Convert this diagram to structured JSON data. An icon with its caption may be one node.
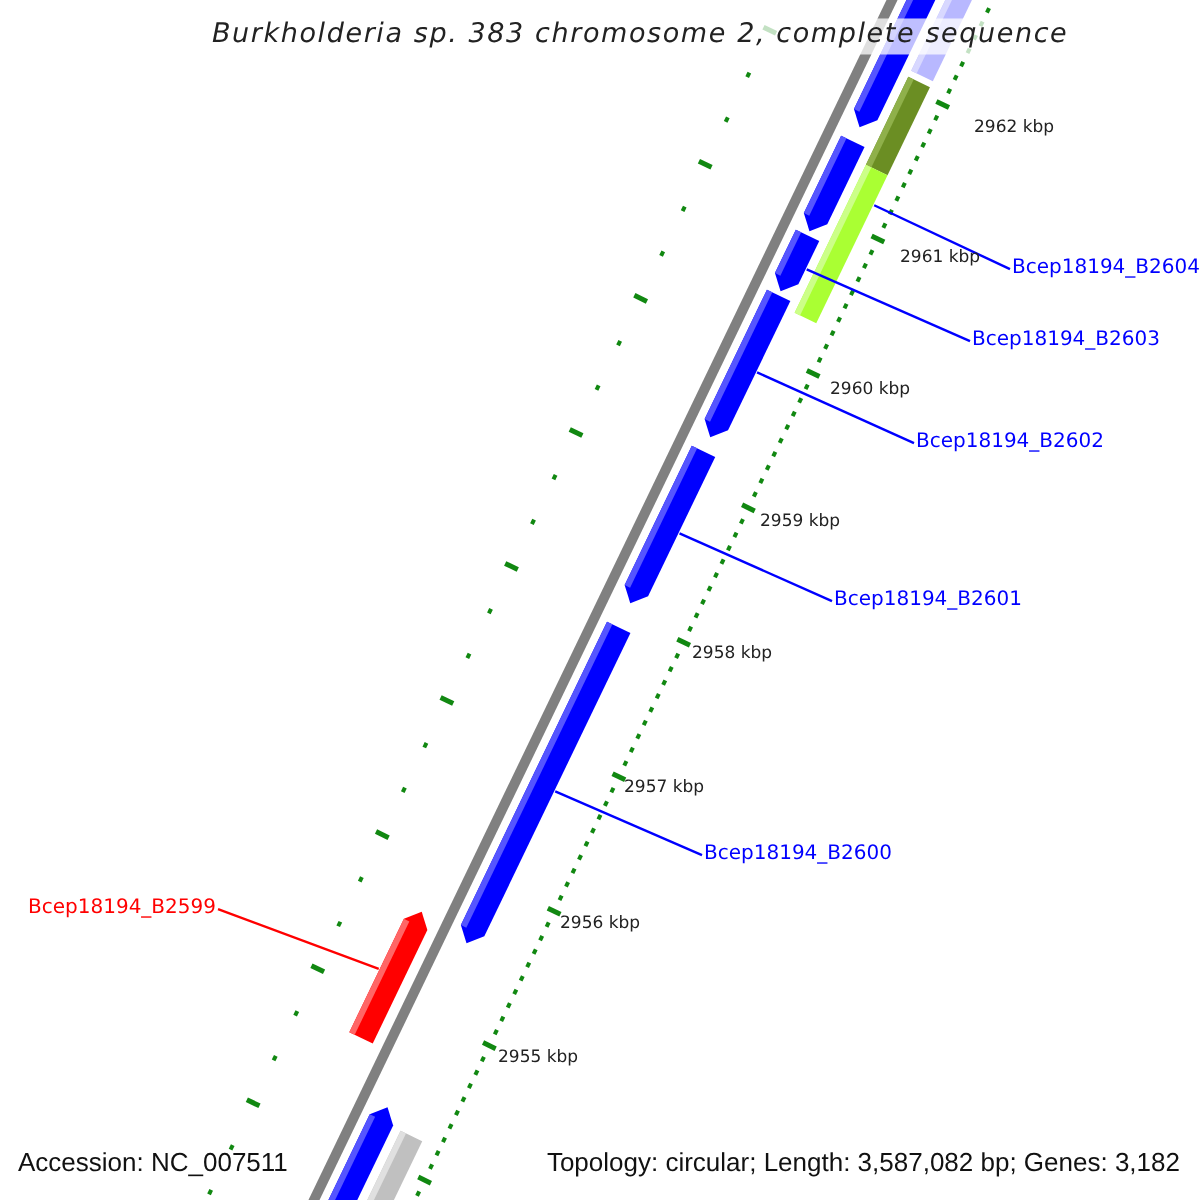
{
  "diagram": {
    "title": "Burkholderia sp. 383 chromosome 2, complete sequence",
    "nodes": [
      {
        "text": [
          "Bcep18194_B2604"
        ]
      },
      {
        "text": [
          "Bcep18194_B2603"
        ]
      },
      {
        "text": [
          "Bcep18194_B2602"
        ]
      },
      {
        "text": [
          "Bcep18194_B2601"
        ]
      },
      {
        "text": [
          "Bcep18194_B2600"
        ]
      },
      {
        "text": [
          "Bcep18194_B2599"
        ]
      },
      {
        "text": [],
        "shape": "bar"
      },
      {
        "text": [],
        "shape": "bar"
      },
      {
        "text": [],
        "shape": "bar"
      },
      {
        "text": [],
        "shape": "bar"
      },
      {
        "text": [],
        "shape": "bar"
      },
      {
        "text": [],
        "shape": "bar"
      }
    ],
    "edges": [
      {
        "from": 0,
        "to": 6,
        "arrow": "none"
      },
      {
        "from": 1,
        "to": 7,
        "arrow": "none"
      },
      {
        "from": 2,
        "to": 8,
        "arrow": "none"
      },
      {
        "from": 3,
        "to": 9,
        "arrow": "none"
      },
      {
        "from": 4,
        "to": 10,
        "arrow": "none"
      },
      {
        "from": 5,
        "to": 11,
        "arrow": "none",
        "color": "#ff0000"
      }
    ],
    "labels": [
      "2962 kbp",
      "2961 kbp",
      "2960 kbp",
      "2959 kbp",
      "2958 kbp",
      "2957 kbp",
      "2956 kbp",
      "2955 kbp",
      "Accession: NC_007511",
      "Topology: circular; Length: 3,587,082 bp; Genes: 3,182"
    ]
  }
}
